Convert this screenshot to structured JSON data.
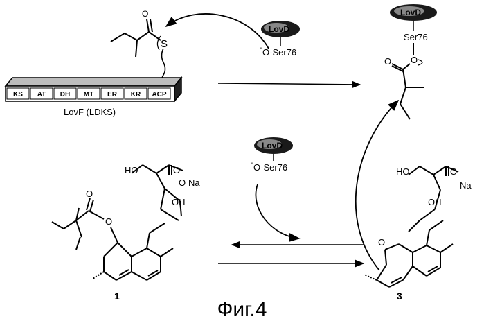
{
  "figure": {
    "caption": "Фиг.4"
  },
  "enzyme": {
    "name": "LovD",
    "nucleophile": "O-Ser76",
    "serine": "Ser76"
  },
  "pks": {
    "name": "LovF (LDKS)",
    "domains": [
      "KS",
      "AT",
      "DH",
      "MT",
      "ER",
      "KR",
      "ACP"
    ],
    "thioester_atom": "S",
    "carbonyl_atom": "O"
  },
  "acyl_enzyme": {
    "ester_o": "O",
    "carbonyl_o": "O"
  },
  "compound_1": {
    "label": "1",
    "atoms": {
      "ho": "HO",
      "oh": "OH",
      "carbonyl_o": "O",
      "carboxylate": "O",
      "sodium": "Na",
      "ester_o1": "O",
      "ester_o2": "O"
    }
  },
  "compound_3": {
    "label": "3",
    "atoms": {
      "ho": "HO",
      "oh": "OH",
      "carbonyl_o": "O",
      "sodium": "Na",
      "alkoxide": "O"
    }
  }
}
